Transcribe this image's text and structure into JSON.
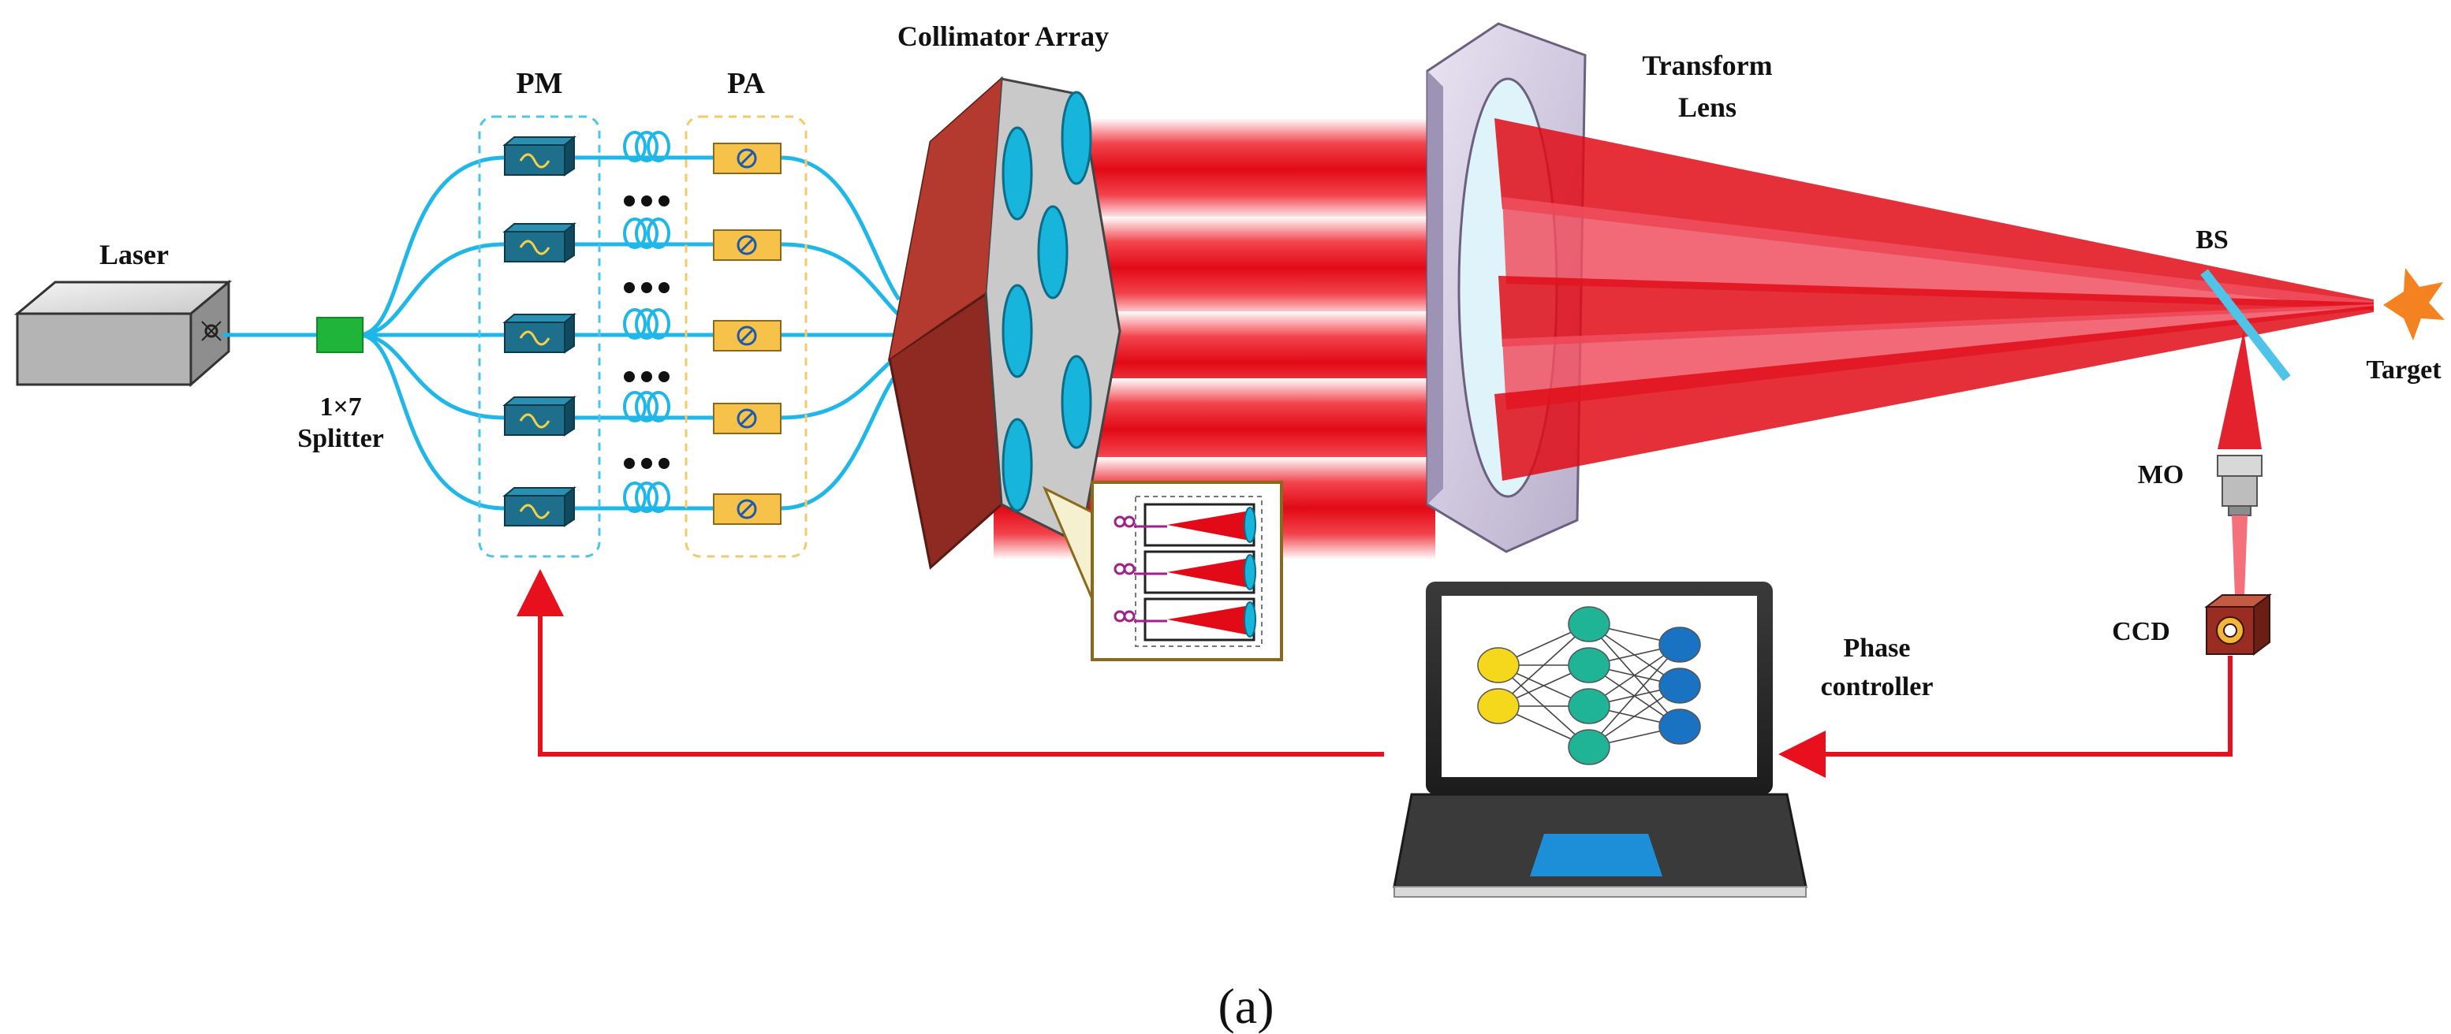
{
  "labels": {
    "laser": "Laser",
    "splitter_top": "1×7",
    "splitter_bottom": "Splitter",
    "pm": "PM",
    "pa": "PA",
    "collimator_array": "Collimator  Array",
    "transform_lens_top": "Transform",
    "transform_lens_bottom": "Lens",
    "bs": "BS",
    "target": "Target",
    "mo": "MO",
    "ccd": "CCD",
    "phase_controller_top": "Phase",
    "phase_controller_bottom": "controller",
    "caption": "(a)"
  },
  "colors": {
    "fiber": "#1fb6e8",
    "beam": "#e8101c",
    "pm_box": "#1d6f8c",
    "pa_box": "#f7c24a",
    "collimator_face": "#a8342c",
    "feedback": "#e8101c",
    "pm_group_border": "#4fc3e8",
    "pa_group_border": "#f4c96a"
  },
  "network": {
    "layer_sizes": [
      2,
      4,
      3
    ],
    "layer_colors": [
      "#f5d81c",
      "#1fb496",
      "#1a72c2"
    ]
  }
}
